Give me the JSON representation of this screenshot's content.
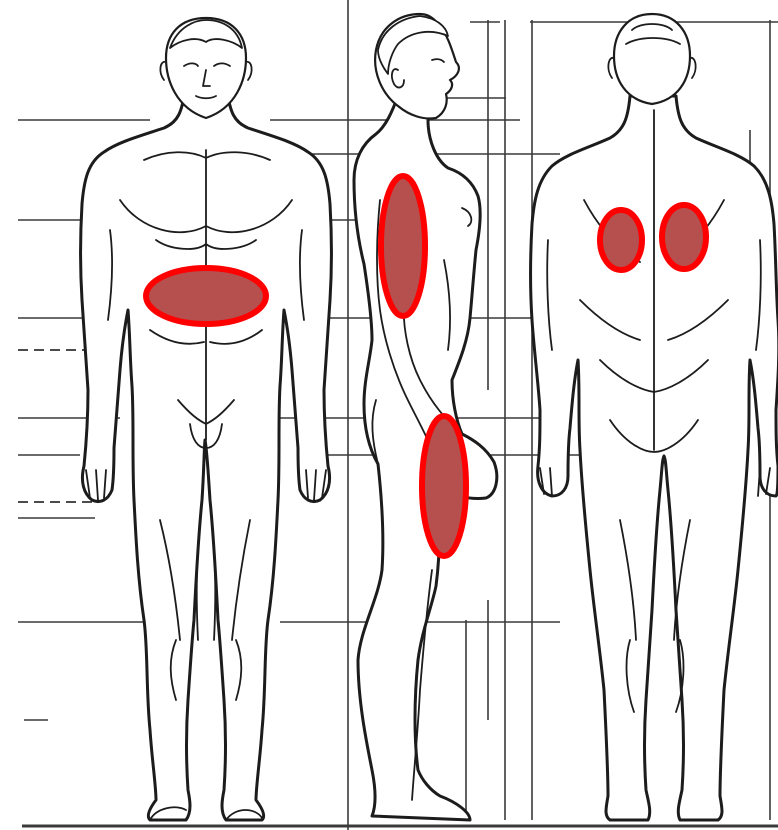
{
  "figure": {
    "views": [
      "front",
      "side",
      "back"
    ],
    "marker_fill": "#b5504f",
    "marker_stroke": "#ff0000",
    "line_color": "#1c1c1c",
    "background": "#ffffff"
  },
  "markers": [
    {
      "view": "front",
      "region": "abdomen"
    },
    {
      "view": "side",
      "region": "upper-arm"
    },
    {
      "view": "side",
      "region": "thigh"
    },
    {
      "view": "back",
      "region": "left-shoulder-blade"
    },
    {
      "view": "back",
      "region": "right-shoulder-blade"
    }
  ]
}
